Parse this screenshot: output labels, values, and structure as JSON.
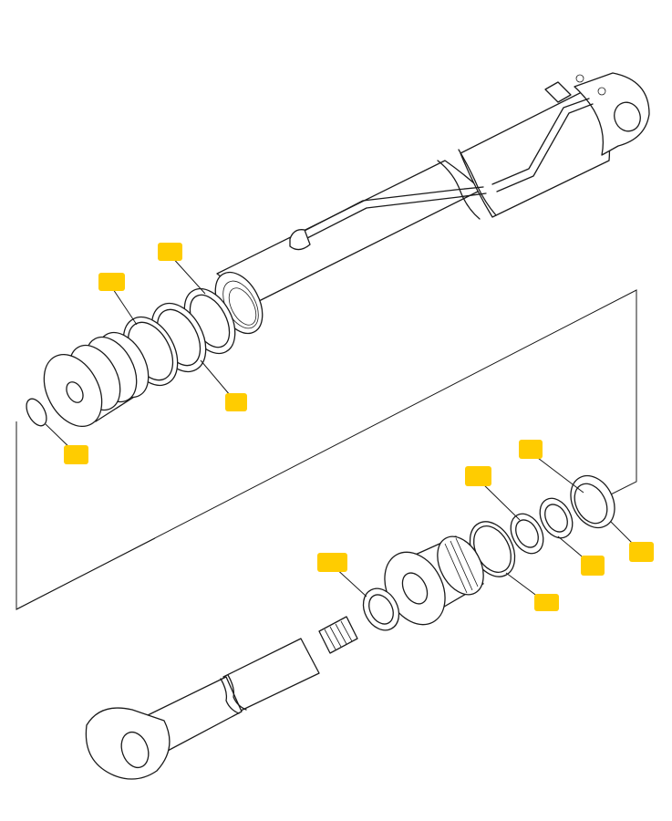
{
  "colors": {
    "callout_tag": "#FFCC00",
    "line": "#1a1a1a",
    "background": "#ffffff"
  },
  "callouts": [
    {
      "id": "piston-wear-ring-upper",
      "label": ""
    },
    {
      "id": "piston-backup-ring",
      "label": ""
    },
    {
      "id": "piston-seal",
      "label": ""
    },
    {
      "id": "piston-o-ring",
      "label": ""
    },
    {
      "id": "gland-outer-seal",
      "label": ""
    },
    {
      "id": "gland-backup-ring",
      "label": ""
    },
    {
      "id": "gland-o-ring-front",
      "label": ""
    },
    {
      "id": "gland-o-ring-rear",
      "label": ""
    },
    {
      "id": "gland-rod-wiper",
      "label": ""
    },
    {
      "id": "gland-rod-seal",
      "label": ""
    }
  ]
}
